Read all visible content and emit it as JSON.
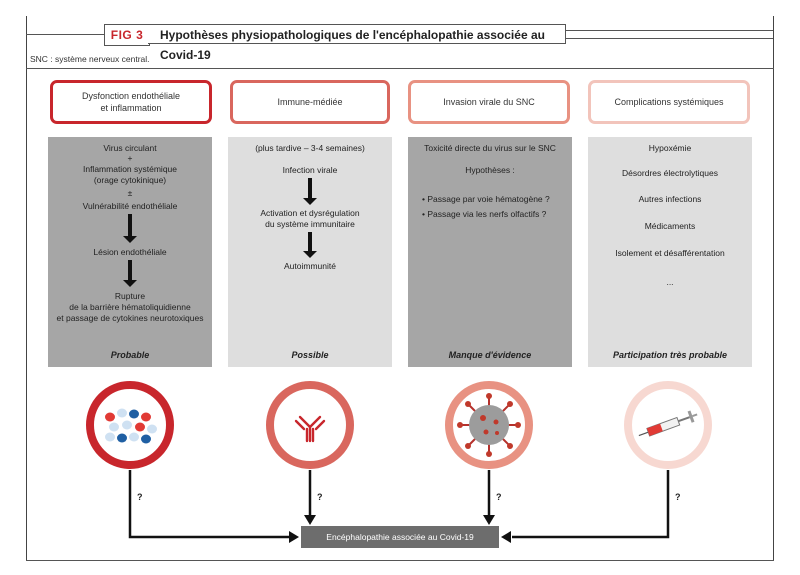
{
  "figure": {
    "label": "FIG 3",
    "title": "Hypothèses physiopathologiques de l'encéphalopathie associée au Covid-19",
    "abbreviation": "SNC : système nerveux central."
  },
  "columns": [
    {
      "header_line1": "Dysfonction endothéliale",
      "header_line2": "et inflammation",
      "border_color": "#c8262c",
      "body_color": "#a6a6a6",
      "items": [
        "Virus circulant",
        "+",
        "Inflammation systémique",
        "(orage cytokinique)",
        "±",
        "Vulnérabilité endothéliale",
        "Lésion endothéliale",
        "Rupture",
        "de la barrière hématoliquidienne",
        "et passage de cytokines neurotoxiques"
      ],
      "footer": "Probable"
    },
    {
      "header": "Immune-médiée",
      "border_color": "#d9675e",
      "body_color": "#dedede",
      "items": [
        "(plus tardive – 3-4 semaines)",
        "Infection virale",
        "Activation et dysrégulation",
        "du système immunitaire",
        "Autoimmunité"
      ],
      "footer": "Possible"
    },
    {
      "header": "Invasion virale du SNC",
      "border_color": "#e89282",
      "body_color": "#a6a6a6",
      "items": [
        "Toxicité directe du virus sur le SNC",
        "Hypothèses :",
        "Passage par voie hématogène ?",
        "Passage via les nerfs olfactifs ?"
      ],
      "footer": "Manque d'évidence"
    },
    {
      "header": "Complications systémiques",
      "border_color": "#f2c4bb",
      "body_color": "#dedede",
      "items": [
        "Hypoxémie",
        "Désordres électrolytiques",
        "Autres infections",
        "Médicaments",
        "Isolement et désafférentation",
        "..."
      ],
      "footer": "Participation très probable"
    }
  ],
  "question_mark": "?",
  "result": "Encéphalopathie associée au Covid-19",
  "icons": [
    "blood-cells-icon",
    "antibody-icon",
    "coronavirus-icon",
    "syringe-icon"
  ]
}
